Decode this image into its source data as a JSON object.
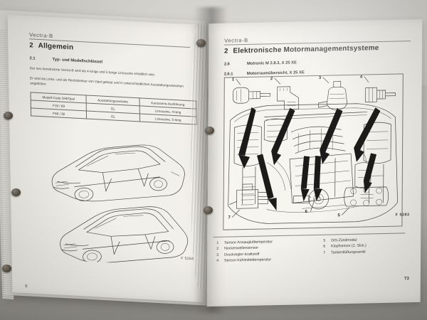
{
  "photo": {
    "subject": "open ring-bound automotive workshop manual",
    "figure_icon": "binding-ring-icon"
  },
  "left_page": {
    "running_head": "Vectra-B",
    "chapter_number": "2",
    "chapter_title": "Allgemein",
    "section_number": "2.1",
    "section_title": "Typ- und Modellschlüssel",
    "paragraph_1": "Der neu konstruierte Vectra-B wird als 4-türige und 5-türige Limousine erhältlich sein.",
    "paragraph_2": "Er wird als Links- und als Rechtslenker von Opel gebaut und in unterschiedlichen Ausstattungsvarianten angeboten.",
    "table": {
      "headers": [
        "Modell-Code GM/Opel",
        "Ausstattungsvariante",
        "Karosserie-Ausführung"
      ],
      "rows": [
        [
          "F19 / 69",
          "GL",
          "Limousine, 4-türig"
        ],
        [
          "F68 / 38",
          "GL",
          "Limousine, 5-türig"
        ]
      ]
    },
    "figure_ref": "F 5284",
    "page_number": "6",
    "illustration_caption_1": "sedan-4-door-line-drawing",
    "illustration_caption_2": "hatchback-5-door-line-drawing"
  },
  "right_page": {
    "running_head": "Vectra-B",
    "chapter_number": "2",
    "chapter_title": "Elektronische Motormanagementsysteme",
    "section_number": "2.6",
    "section_title": "Motronic M 2.8.3, X 25 XE",
    "subsection_number": "2.6.1",
    "subsection_title": "Motorraumübersicht, X 25 XE",
    "figure_ref": "F 5283",
    "page_number": "T3",
    "callouts": [
      "1",
      "2",
      "3",
      "4",
      "5",
      "6",
      "7"
    ],
    "legend": {
      "left_column": [
        {
          "num": "1",
          "text": "Sensor-Ansauglufttemperatur"
        },
        {
          "num": "2",
          "text": "Nockenwellensensor"
        },
        {
          "num": "3",
          "text": "Druckregler-Kraftstoff"
        },
        {
          "num": "4",
          "text": "Sensor-Kühlmitteltemperatur"
        }
      ],
      "right_column": [
        {
          "num": "5",
          "text": "DIS-Zündmodul"
        },
        {
          "num": "6",
          "text": "Klopfsensor (2. Stck.)"
        },
        {
          "num": "7",
          "text": "Tankentlüftungsventil"
        }
      ]
    }
  }
}
